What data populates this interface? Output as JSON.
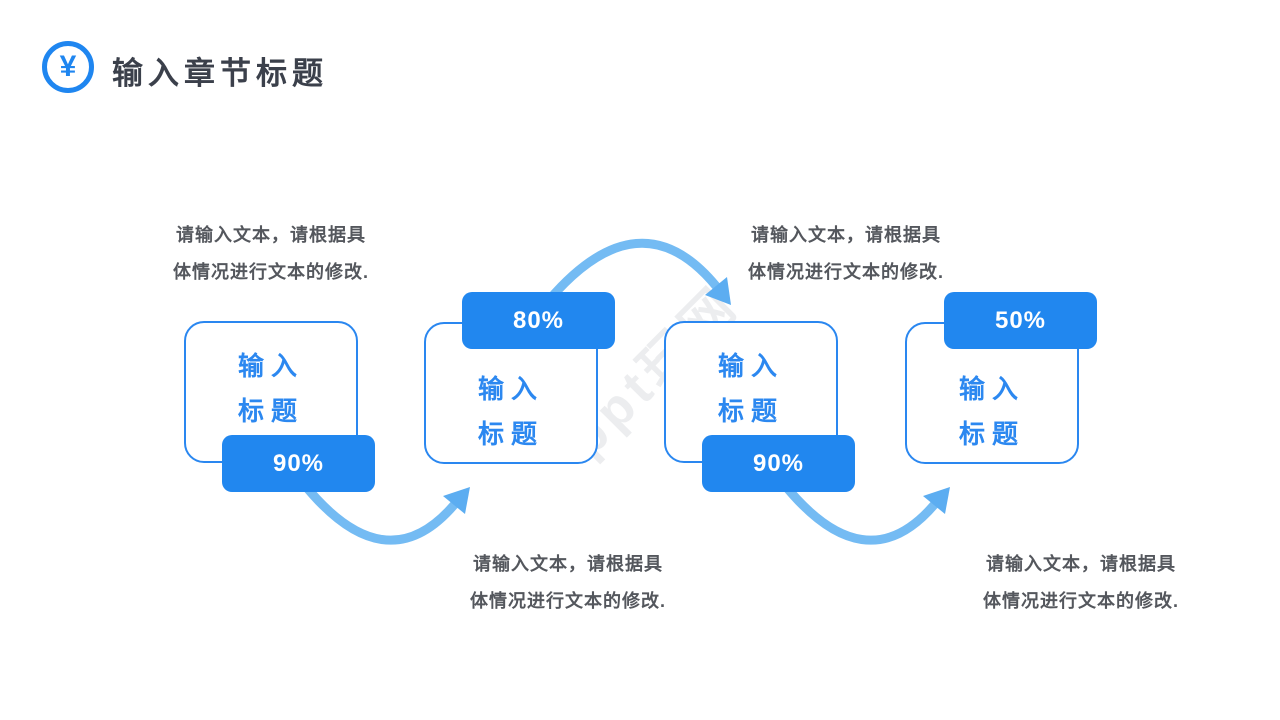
{
  "header": {
    "icon": "yuan-circle-icon",
    "icon_glyph": "¥",
    "title": "输入章节标题"
  },
  "watermark": "ppt玩网",
  "colors": {
    "accent_blue": "#2187ef",
    "box_border_blue": "#2a87f0",
    "box_title_blue": "#2c88f0",
    "arrow_light_blue": "#74bbf3",
    "header_text": "#3b404b",
    "caption_gray": "#54575d"
  },
  "steps": [
    {
      "title_line1": "输入",
      "title_line2": "标题",
      "percent": "90%",
      "badge_position": "bottom"
    },
    {
      "title_line1": "输入",
      "title_line2": "标题",
      "percent": "80%",
      "badge_position": "top"
    },
    {
      "title_line1": "输入",
      "title_line2": "标题",
      "percent": "90%",
      "badge_position": "bottom"
    },
    {
      "title_line1": "输入",
      "title_line2": "标题",
      "percent": "50%",
      "badge_position": "top"
    }
  ],
  "captions": [
    {
      "line1": "请输入文本，请根据具",
      "line2": "体情况进行文本的修改."
    },
    {
      "line1": "请输入文本，请根据具",
      "line2": "体情况进行文本的修改."
    },
    {
      "line1": "请输入文本，请根据具",
      "line2": "体情况进行文本的修改."
    },
    {
      "line1": "请输入文本，请根据具",
      "line2": "体情况进行文本的修改."
    }
  ]
}
